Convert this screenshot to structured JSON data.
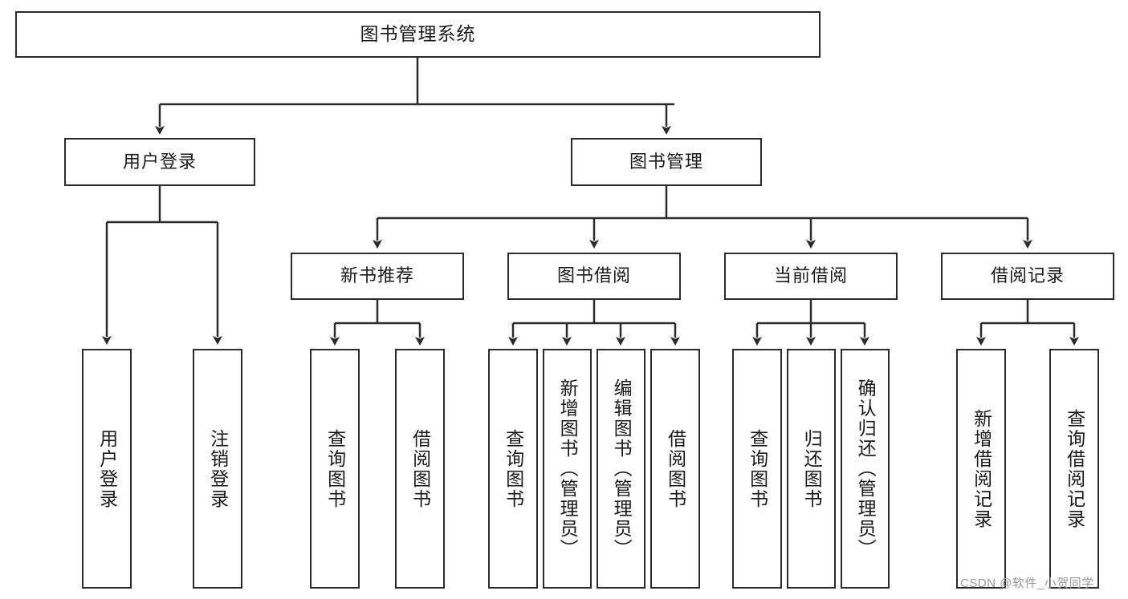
{
  "diagram": {
    "type": "tree",
    "title": "图书管理系统",
    "watermark": "CSDN @软件_小贺同学",
    "colors": {
      "stroke": "#2b2b2b",
      "fill": "#ffffff",
      "text": "#1a1a1a",
      "watermark": "#9a9a9a"
    },
    "nodes": {
      "root": {
        "label": "图书管理系统"
      },
      "level2": [
        {
          "id": "user-login",
          "label": "用户登录"
        },
        {
          "id": "book-manage",
          "label": "图书管理"
        }
      ],
      "level3": [
        {
          "id": "new-book-rec",
          "label": "新书推荐"
        },
        {
          "id": "book-borrow",
          "label": "图书借阅"
        },
        {
          "id": "current-borrow",
          "label": "当前借阅"
        },
        {
          "id": "borrow-record",
          "label": "借阅记录"
        }
      ],
      "leaves": {
        "user_login": [
          {
            "id": "leaf-user-login",
            "label": "用户登录"
          },
          {
            "id": "leaf-user-logout",
            "label": "注销登录"
          }
        ],
        "new_book_rec": [
          {
            "id": "leaf-query-book-1",
            "label": "查询图书"
          },
          {
            "id": "leaf-borrow-book-1",
            "label": "借阅图书"
          }
        ],
        "book_borrow": [
          {
            "id": "leaf-query-book-2",
            "label": "查询图书"
          },
          {
            "id": "leaf-add-book",
            "label": "新增图书（管理员）"
          },
          {
            "id": "leaf-edit-book",
            "label": "编辑图书（管理员）"
          },
          {
            "id": "leaf-borrow-book-2",
            "label": "借阅图书"
          }
        ],
        "current_borrow": [
          {
            "id": "leaf-query-book-3",
            "label": "查询图书"
          },
          {
            "id": "leaf-return-book",
            "label": "归还图书"
          },
          {
            "id": "leaf-confirm-return",
            "label": "确认归还（管理员）"
          }
        ],
        "borrow_record": [
          {
            "id": "leaf-add-record",
            "label": "新增借阅记录"
          },
          {
            "id": "leaf-query-record",
            "label": "查询借阅记录"
          }
        ]
      }
    }
  }
}
